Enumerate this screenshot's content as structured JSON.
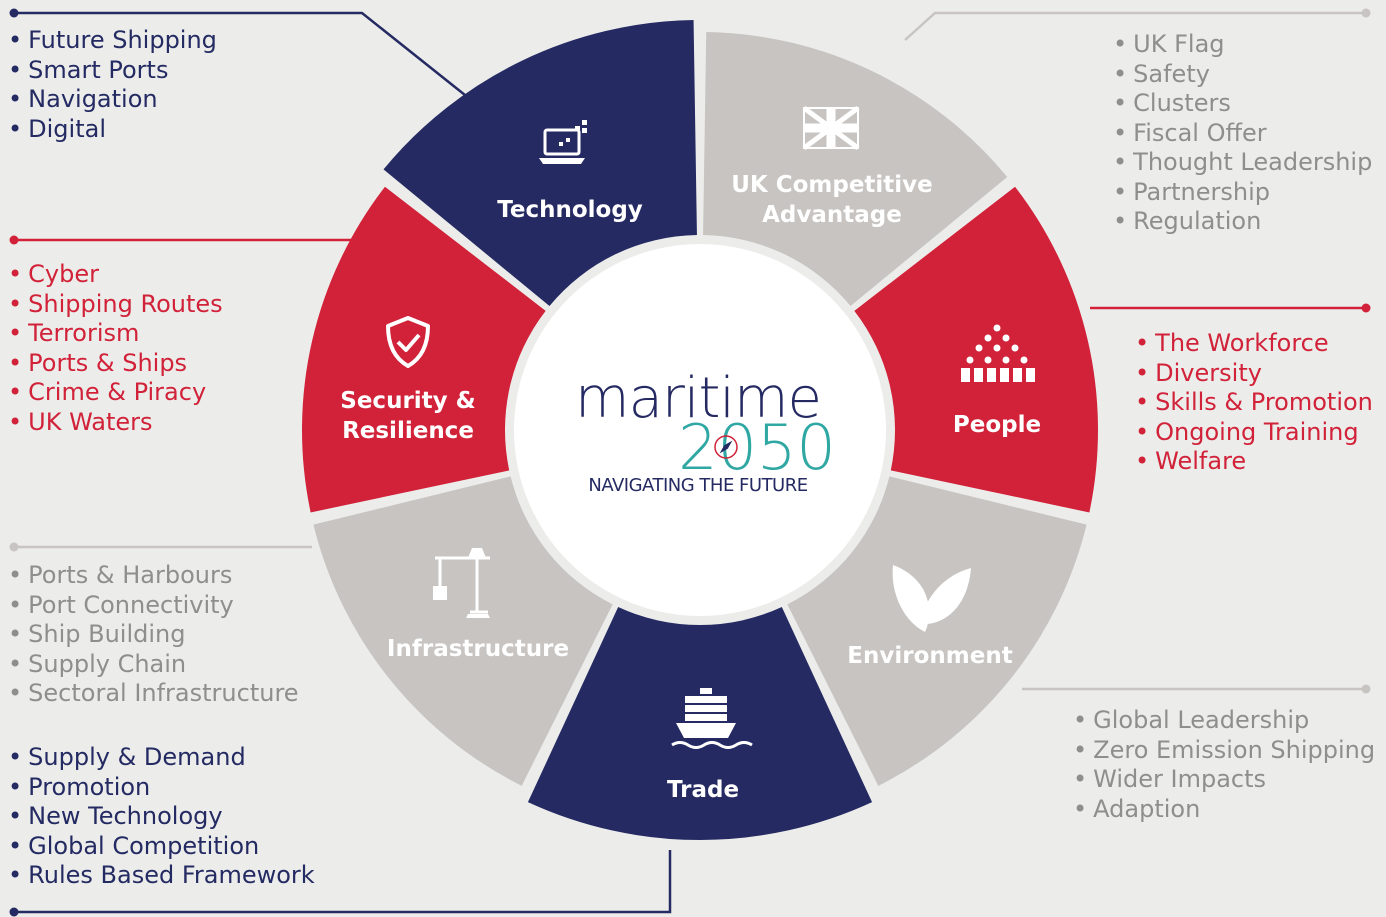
{
  "center": {
    "brand_word": "maritime",
    "brand_year": "2050",
    "tagline": "NAVIGATING THE FUTURE"
  },
  "segments": {
    "technology": {
      "label": "Technology",
      "icon": "laptop-icon",
      "color": "#252a62"
    },
    "uk": {
      "label_line1": "UK Competitive",
      "label_line2": "Advantage",
      "icon": "union-flag-icon",
      "color": "#c7c4c1"
    },
    "people": {
      "label": "People",
      "icon": "people-group-icon",
      "color": "#d12239"
    },
    "environment": {
      "label": "Environment",
      "icon": "leaves-icon",
      "color": "#c7c4c1"
    },
    "trade": {
      "label": "Trade",
      "icon": "container-ship-icon",
      "color": "#252a62"
    },
    "infrastructure": {
      "label": "Infrastructure",
      "icon": "crane-icon",
      "color": "#c7c4c1"
    },
    "security": {
      "label_line1": "Security &",
      "label_line2": "Resilience",
      "icon": "shield-check-icon",
      "color": "#d12239"
    }
  },
  "lists": {
    "technology": [
      "Future Shipping",
      "Smart Ports",
      "Navigation",
      "Digital"
    ],
    "uk": [
      "UK Flag",
      "Safety",
      "Clusters",
      "Fiscal Offer",
      "Thought Leadership",
      "Partnership",
      "Regulation"
    ],
    "people": [
      "The Workforce",
      "Diversity",
      "Skills & Promotion",
      "Ongoing Training",
      "Welfare"
    ],
    "environment": [
      "Global Leadership",
      "Zero Emission Shipping",
      "Wider Impacts",
      "Adaption"
    ],
    "trade": [
      "Supply & Demand",
      "Promotion",
      "New Technology",
      "Global Competition",
      "Rules Based Framework"
    ],
    "infrastructure": [
      "Ports & Harbours",
      "Port Connectivity",
      "Ship Building",
      "Supply Chain",
      "Sectoral Infrastructure"
    ],
    "security": [
      "Cyber",
      "Shipping Routes",
      "Terrorism",
      "Ports & Ships",
      "Crime & Piracy",
      "UK Waters"
    ]
  },
  "colors": {
    "navy": "#252a62",
    "red": "#d12239",
    "grey": "#c7c4c1",
    "teal": "#2fa7a3",
    "background": "#ecedeb"
  }
}
